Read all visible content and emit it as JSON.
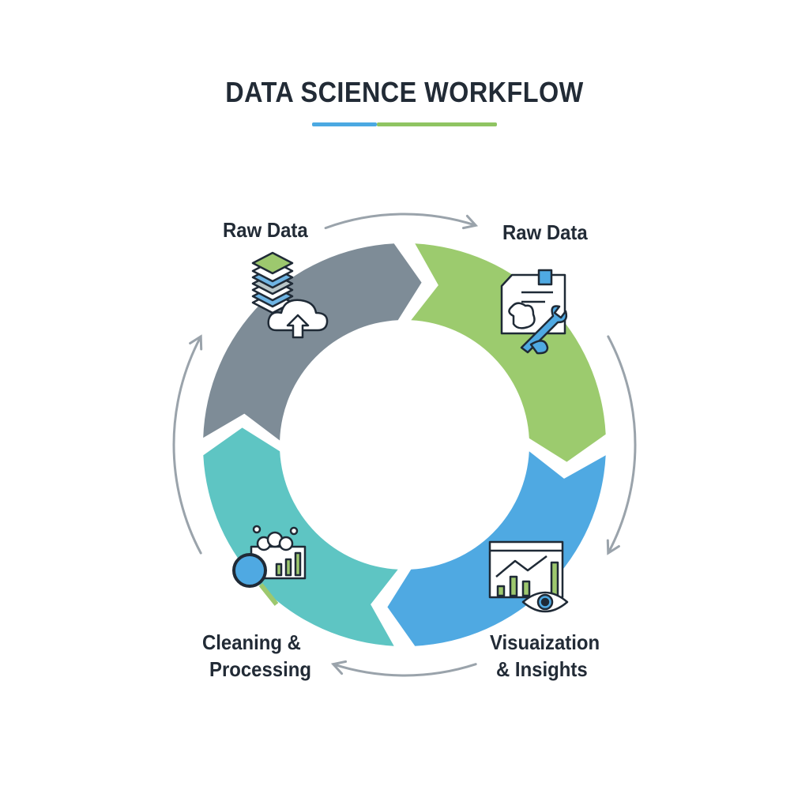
{
  "title": "DATA SCIENCE WORKFLOW",
  "colors": {
    "underline_left": "#4ba9e2",
    "underline_right": "#8fc462",
    "gray": "#7e8c97",
    "green": "#9ccb6e",
    "blue": "#4fa9e2",
    "teal": "#5ec5c3",
    "arrow": "#9aa3ab",
    "text": "#222b36"
  },
  "stages": [
    {
      "label_line1": "Raw Data",
      "label_line2": "",
      "icon": "database-cloud-upload-icon"
    },
    {
      "label_line1": "Raw Data",
      "label_line2": "",
      "icon": "document-brain-wrench-icon"
    },
    {
      "label_line1": "Visuaization",
      "label_line2": "& Insights",
      "icon": "chart-eye-icon"
    },
    {
      "label_line1": "Cleaning &",
      "label_line2": "Processing",
      "icon": "magnifier-chart-icon"
    }
  ]
}
